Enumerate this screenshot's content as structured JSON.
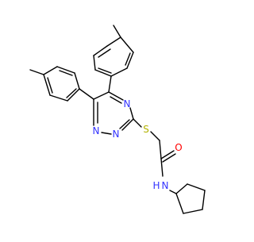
{
  "molecule": {
    "atoms": {
      "n4": "N",
      "n1": "N",
      "n2": "N",
      "s": "S",
      "o": "O",
      "nh": "N",
      "h": "H"
    },
    "colors": {
      "bond": "#000000",
      "nitrogen": "#3333ff",
      "sulfur": "#b2b200",
      "oxygen": "#ff0000"
    }
  }
}
